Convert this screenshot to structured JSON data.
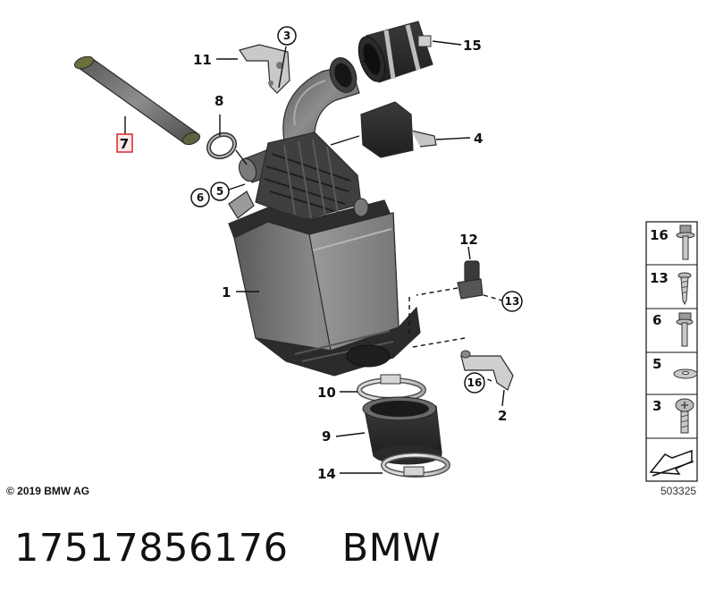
{
  "callouts": [
    {
      "id": "c1",
      "label": "1",
      "style": "plain"
    },
    {
      "id": "c2",
      "label": "2",
      "style": "plain"
    },
    {
      "id": "c3",
      "label": "3",
      "style": "circle"
    },
    {
      "id": "c4",
      "label": "4",
      "style": "plain"
    },
    {
      "id": "c5",
      "label": "5",
      "style": "circle"
    },
    {
      "id": "c6",
      "label": "6",
      "style": "circle"
    },
    {
      "id": "c7",
      "label": "7",
      "style": "highlight"
    },
    {
      "id": "c8",
      "label": "8",
      "style": "plain"
    },
    {
      "id": "c9",
      "label": "9",
      "style": "plain"
    },
    {
      "id": "c10",
      "label": "10",
      "style": "plain"
    },
    {
      "id": "c11",
      "label": "11",
      "style": "plain"
    },
    {
      "id": "c12",
      "label": "12",
      "style": "plain"
    },
    {
      "id": "c13",
      "label": "13",
      "style": "circle"
    },
    {
      "id": "c14",
      "label": "14",
      "style": "plain"
    },
    {
      "id": "c15",
      "label": "15",
      "style": "plain"
    },
    {
      "id": "c16",
      "label": "16",
      "style": "circle"
    }
  ],
  "legend": [
    {
      "label": "16",
      "icon": "flange-bolt-icon"
    },
    {
      "label": "13",
      "icon": "self-tapping-screw-icon"
    },
    {
      "label": "6",
      "icon": "bolt-icon"
    },
    {
      "label": "5",
      "icon": "washer-icon"
    },
    {
      "label": "3",
      "icon": "torx-screw-icon"
    },
    {
      "label": "",
      "icon": "arrow-icon"
    }
  ],
  "highlight_color": "#d9262e",
  "copyright": "© 2019 BMW AG",
  "diagram_id": "503325",
  "footer": {
    "part_number": "17517856176",
    "brand": "BMW"
  }
}
